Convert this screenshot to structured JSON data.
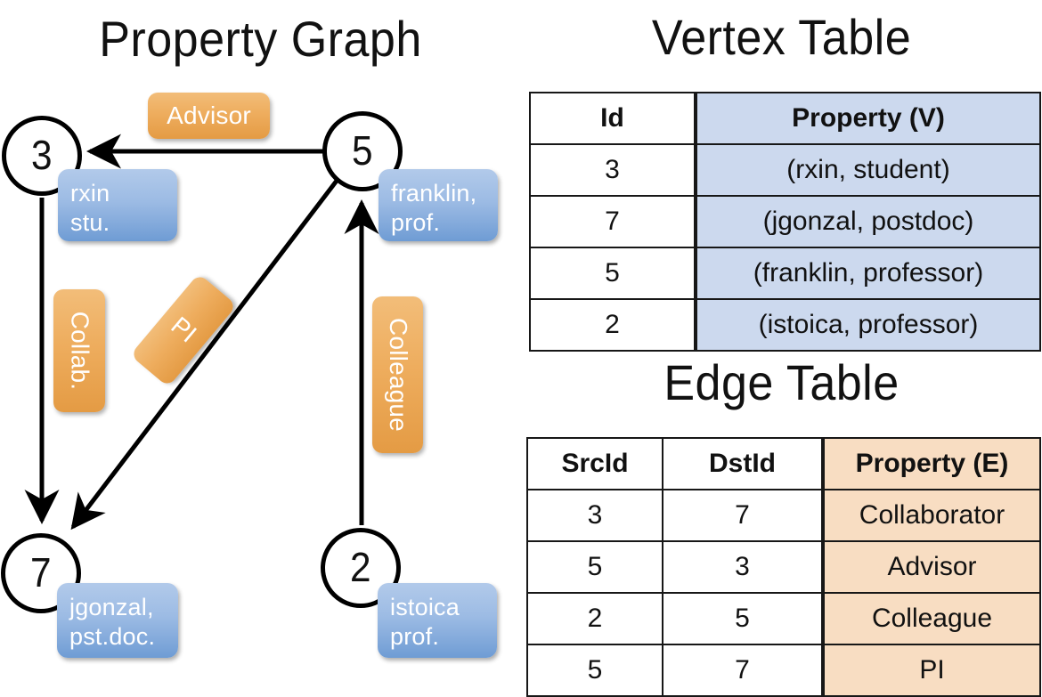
{
  "panels": {
    "graph_title": "Property Graph",
    "vertex_title": "Vertex Table",
    "edge_title": "Edge Table"
  },
  "colors": {
    "vertex_property_fill": "#ccd9ee",
    "edge_property_fill": "#f8ddc2",
    "node_chip_blue": "#9cbbe4",
    "edge_label_orange": "#eead5e",
    "stroke": "#000000",
    "background": "#ffffff"
  },
  "graph": {
    "nodes": [
      {
        "id": "3",
        "chip": "rxin\nstu."
      },
      {
        "id": "5",
        "chip": "franklin,\nprof."
      },
      {
        "id": "7",
        "chip": "jgonzal,\npst.doc."
      },
      {
        "id": "2",
        "chip": "istoica\nprof."
      }
    ],
    "node_chips": {
      "rxin_line1": "rxin",
      "rxin_line2": "stu.",
      "franklin_line1": "franklin,",
      "franklin_line2": "prof.",
      "jgonzal_line1": "jgonzal,",
      "jgonzal_line2": "pst.doc.",
      "istoica_line1": "istoica",
      "istoica_line2": "prof."
    },
    "edge_labels": {
      "advisor": "Advisor",
      "collab": "Collab.",
      "pi": "PI",
      "colleague": "Colleague"
    },
    "edges": [
      {
        "from": "5",
        "to": "3",
        "label": "Advisor"
      },
      {
        "from": "3",
        "to": "7",
        "label": "Collab."
      },
      {
        "from": "5",
        "to": "7",
        "label": "PI"
      },
      {
        "from": "2",
        "to": "5",
        "label": "Colleague"
      }
    ]
  },
  "vertex_table": {
    "headers": [
      "Id",
      "Property (V)"
    ],
    "rows": [
      {
        "id": "3",
        "property": "(rxin, student)"
      },
      {
        "id": "7",
        "property": "(jgonzal, postdoc)"
      },
      {
        "id": "5",
        "property": "(franklin, professor)"
      },
      {
        "id": "2",
        "property": "(istoica, professor)"
      }
    ]
  },
  "edge_table": {
    "headers": [
      "SrcId",
      "DstId",
      "Property (E)"
    ],
    "rows": [
      {
        "src": "3",
        "dst": "7",
        "property": "Collaborator"
      },
      {
        "src": "5",
        "dst": "3",
        "property": "Advisor"
      },
      {
        "src": "2",
        "dst": "5",
        "property": "Colleague"
      },
      {
        "src": "5",
        "dst": "7",
        "property": "PI"
      }
    ]
  }
}
